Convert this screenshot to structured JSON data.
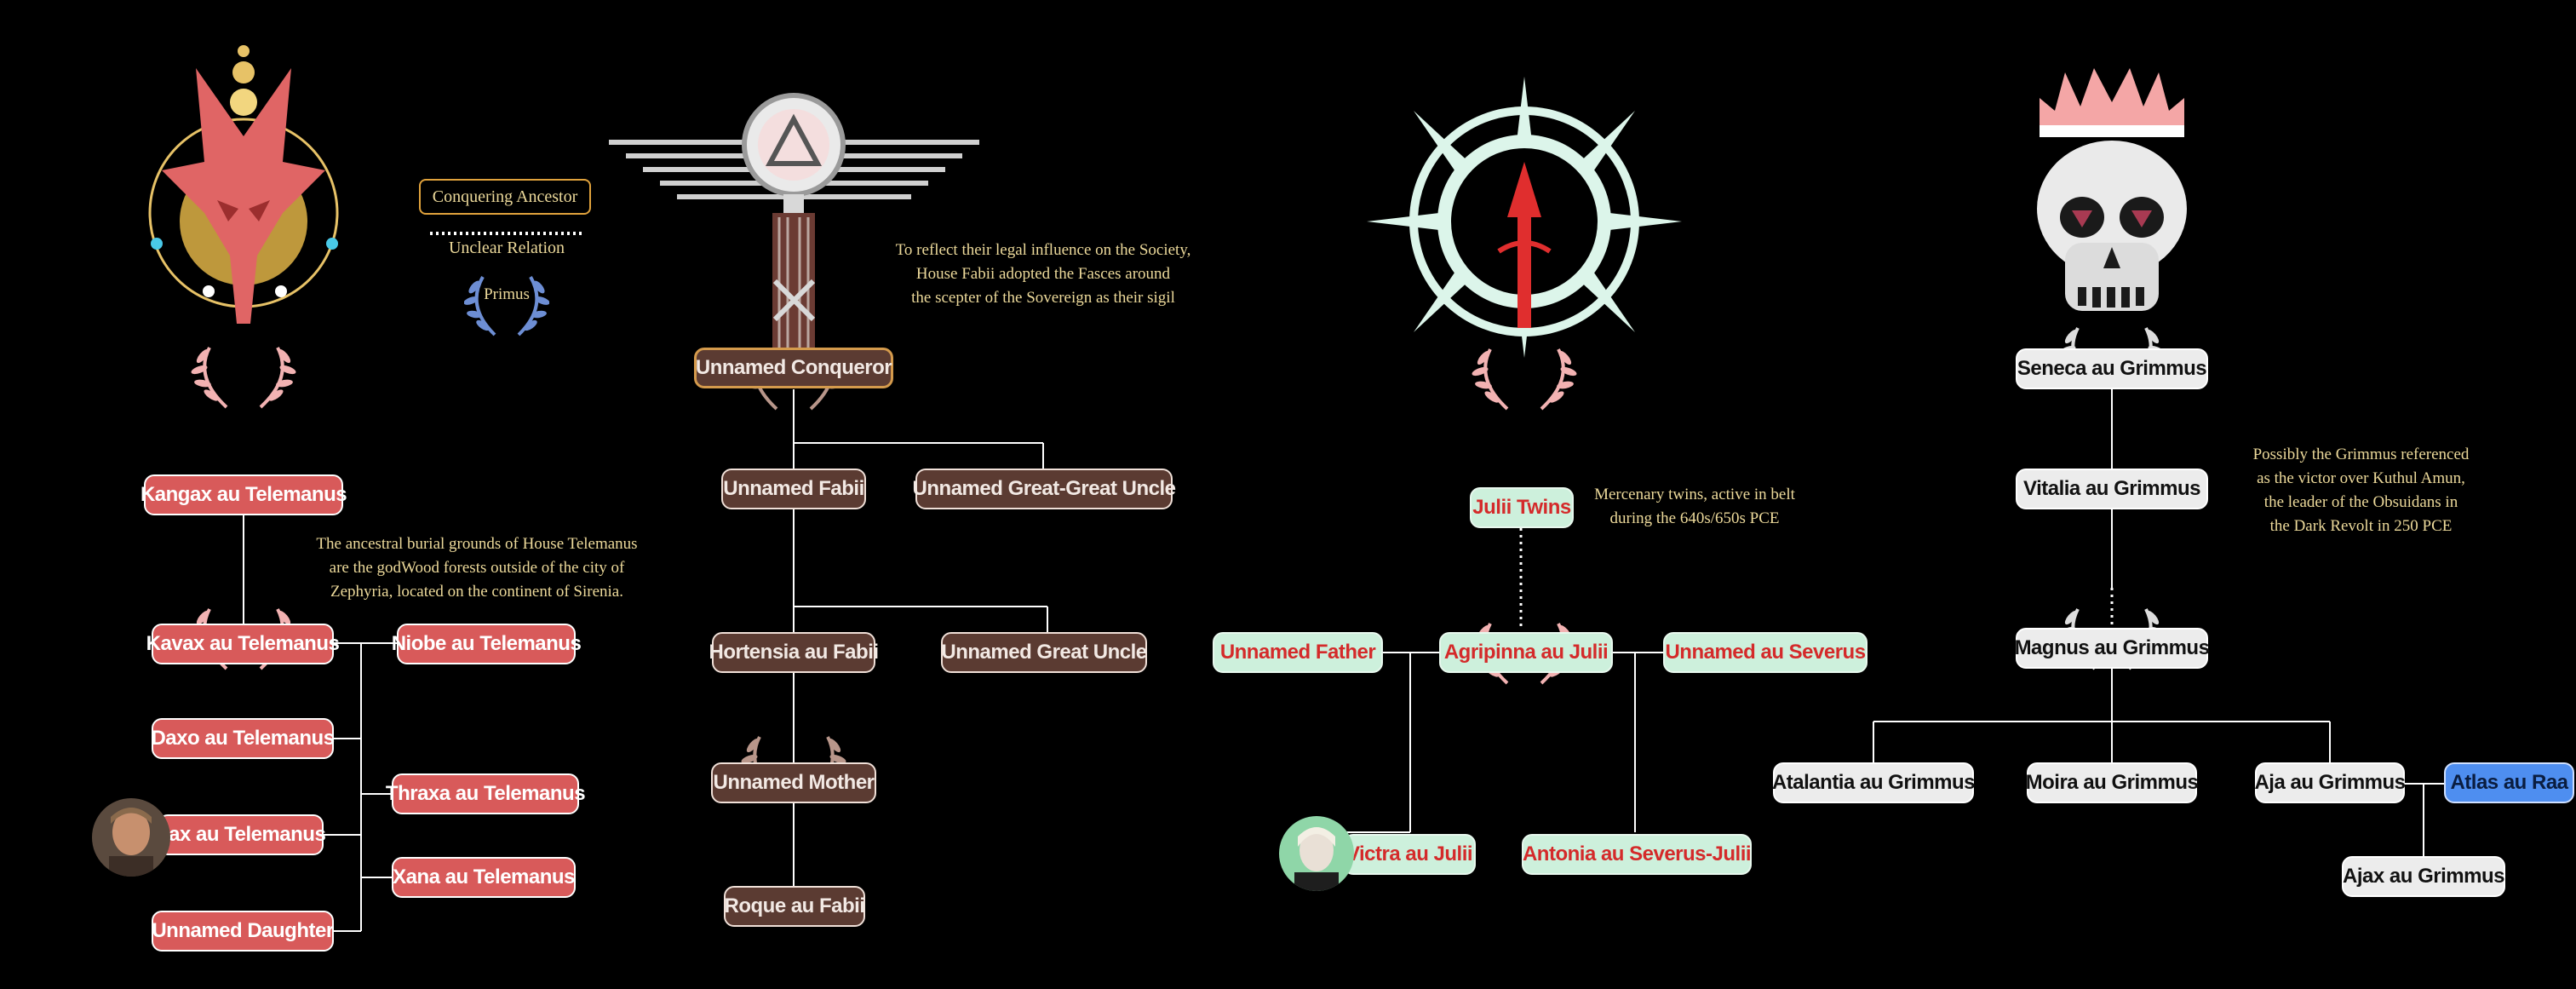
{
  "legend": {
    "conquering_ancestor": "Conquering Ancestor",
    "unclear_relation": "Unclear Relation",
    "primus": "Primus"
  },
  "telemanus": {
    "note": [
      "The ancestral burial grounds of House Telemanus",
      "are the godWood forests outside of the city of",
      "Zephyria, located on the continent of Sirenia."
    ],
    "kangax": "Kangax au Telemanus",
    "kavax": "Kavax au Telemanus",
    "niobe": "Niobe au Telemanus",
    "daxo": "Daxo au Telemanus",
    "thraxa": "Thraxa au Telemanus",
    "pax": "Pax au Telemanus",
    "xana": "Xana au Telemanus",
    "daughter": "Unnamed Daughter",
    "color": "#d85a5a"
  },
  "fabii": {
    "note": [
      "To reflect their legal influence on the Society,",
      "House Fabii adopted the Fasces around",
      "the scepter of the Sovereign as their sigil"
    ],
    "conqueror": "Unnamed Conqueror",
    "fabii": "Unnamed Fabii",
    "great_great_uncle": "Unnamed Great-Great Uncle",
    "hortensia": "Hortensia au Fabii",
    "great_uncle": "Unnamed Great Uncle",
    "mother": "Unnamed Mother",
    "roque": "Roque au Fabii",
    "color": "#5b3b32"
  },
  "julii": {
    "note": [
      "Mercenary twins, active in belt",
      "during the 640s/650s PCE"
    ],
    "twins": "Julii Twins",
    "father": "Unnamed Father",
    "agrippina": "Agripinna au Julii",
    "severus": "Unnamed au Severus",
    "victra": "Victra au Julii",
    "antonia": "Antonia au Severus-Julii",
    "color": "#cdf0dc"
  },
  "grimmus": {
    "note": [
      "Possibly the Grimmus referenced",
      "as the victor over Kuthul Amun,",
      "the leader of the Obsuidans in",
      "the Dark Revolt in 250 PCE"
    ],
    "seneca": "Seneca au Grimmus",
    "vitalia": "Vitalia au Grimmus",
    "magnus": "Magnus au Grimmus",
    "atalantia": "Atalantia au Grimmus",
    "moira": "Moira au Grimmus",
    "aja": "Aja au Grimmus",
    "atlas": "Atlas au Raa",
    "ajax": "Ajax au Grimmus",
    "color": "#ececec"
  },
  "icons": [
    "telemanus-sigil-icon",
    "fabii-sigil-icon",
    "julii-sigil-icon",
    "grimmus-sigil-icon",
    "laurel-icon",
    "pax-avatar",
    "victra-avatar"
  ]
}
